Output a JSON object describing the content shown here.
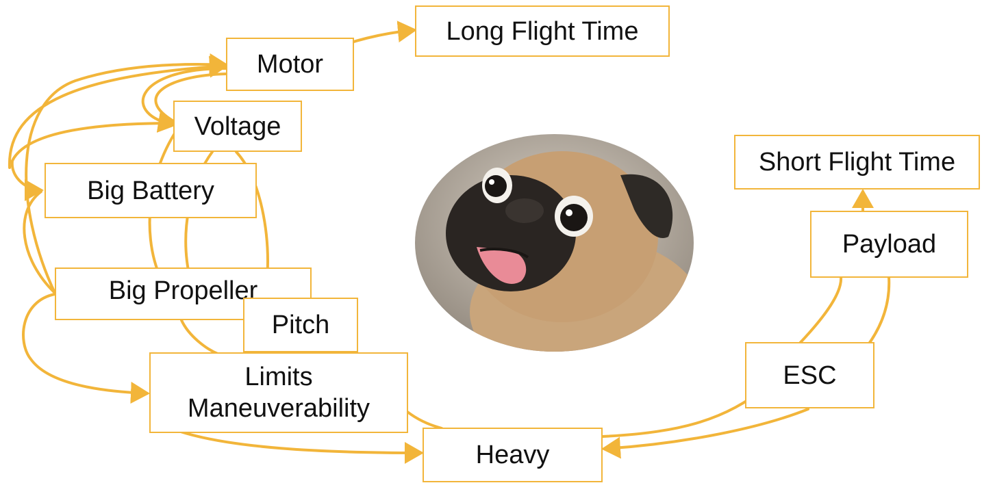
{
  "colors": {
    "arrow": "#f2b53a",
    "node_border": "#f2b53a",
    "text": "#111111"
  },
  "nodes": {
    "long_flight_time": "Long Flight Time",
    "motor": "Motor",
    "voltage": "Voltage",
    "big_battery": "Big Battery",
    "big_propeller": "Big Propeller",
    "pitch": "Pitch",
    "limits_line1": "Limits",
    "limits_line2": "Maneuverability",
    "heavy": "Heavy",
    "esc": "ESC",
    "payload": "Payload",
    "short_flight_time": "Short Flight Time"
  },
  "image": {
    "subject": "pug-photo"
  }
}
